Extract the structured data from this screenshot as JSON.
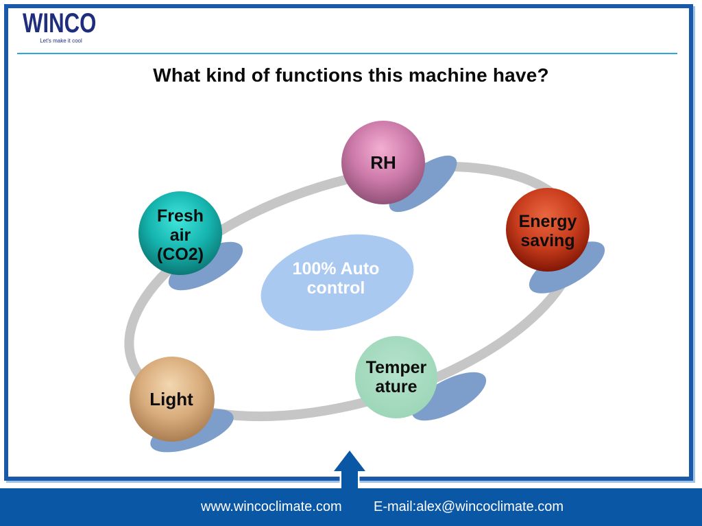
{
  "header": {
    "logo_text": "WINCO",
    "tagline": "Let's make it cool",
    "brand_color": "#1f2d7d",
    "divider_color": "#29a8e2",
    "frame_color": "#1a58a9"
  },
  "title": "What kind of functions this machine have?",
  "diagram": {
    "ring_color": "#c6c6c6",
    "shadow_color": "#7d9ecb",
    "center_bubble": {
      "line1": "100% Auto",
      "line2": "control",
      "fill": "#a9c9f1",
      "text_color": "#ffffff"
    },
    "nodes": [
      {
        "id": "rh",
        "label": "RH",
        "color_light": "#f4aed2",
        "color_mid": "#cc7aa9",
        "color_dark": "#8c4e74"
      },
      {
        "id": "energy-saving",
        "line1": "Energy",
        "line2": "saving",
        "color_light": "#ea6740",
        "color_mid": "#c93d1d",
        "color_dark": "#7a1303"
      },
      {
        "id": "fresh-air",
        "line1": "Fresh",
        "line2": "air",
        "line3": "(CO2)",
        "color_light": "#41e6dc",
        "color_mid": "#16b5af",
        "color_dark": "#0a7270"
      },
      {
        "id": "light",
        "label": "Light",
        "color_light": "#f3d7b0",
        "color_mid": "#d9ad7d",
        "color_dark": "#a67a4e"
      },
      {
        "id": "temperature",
        "line1": "Temper",
        "line2": "ature",
        "color_light": "#b6e3cc",
        "color_dark": "#9bd5b7"
      }
    ],
    "arrow_color": "#0a57a6"
  },
  "footer": {
    "website": "www.wincoclimate.com",
    "email": "E-mail:alex@wincoclimate.com",
    "bar_color": "#0a57a6"
  }
}
